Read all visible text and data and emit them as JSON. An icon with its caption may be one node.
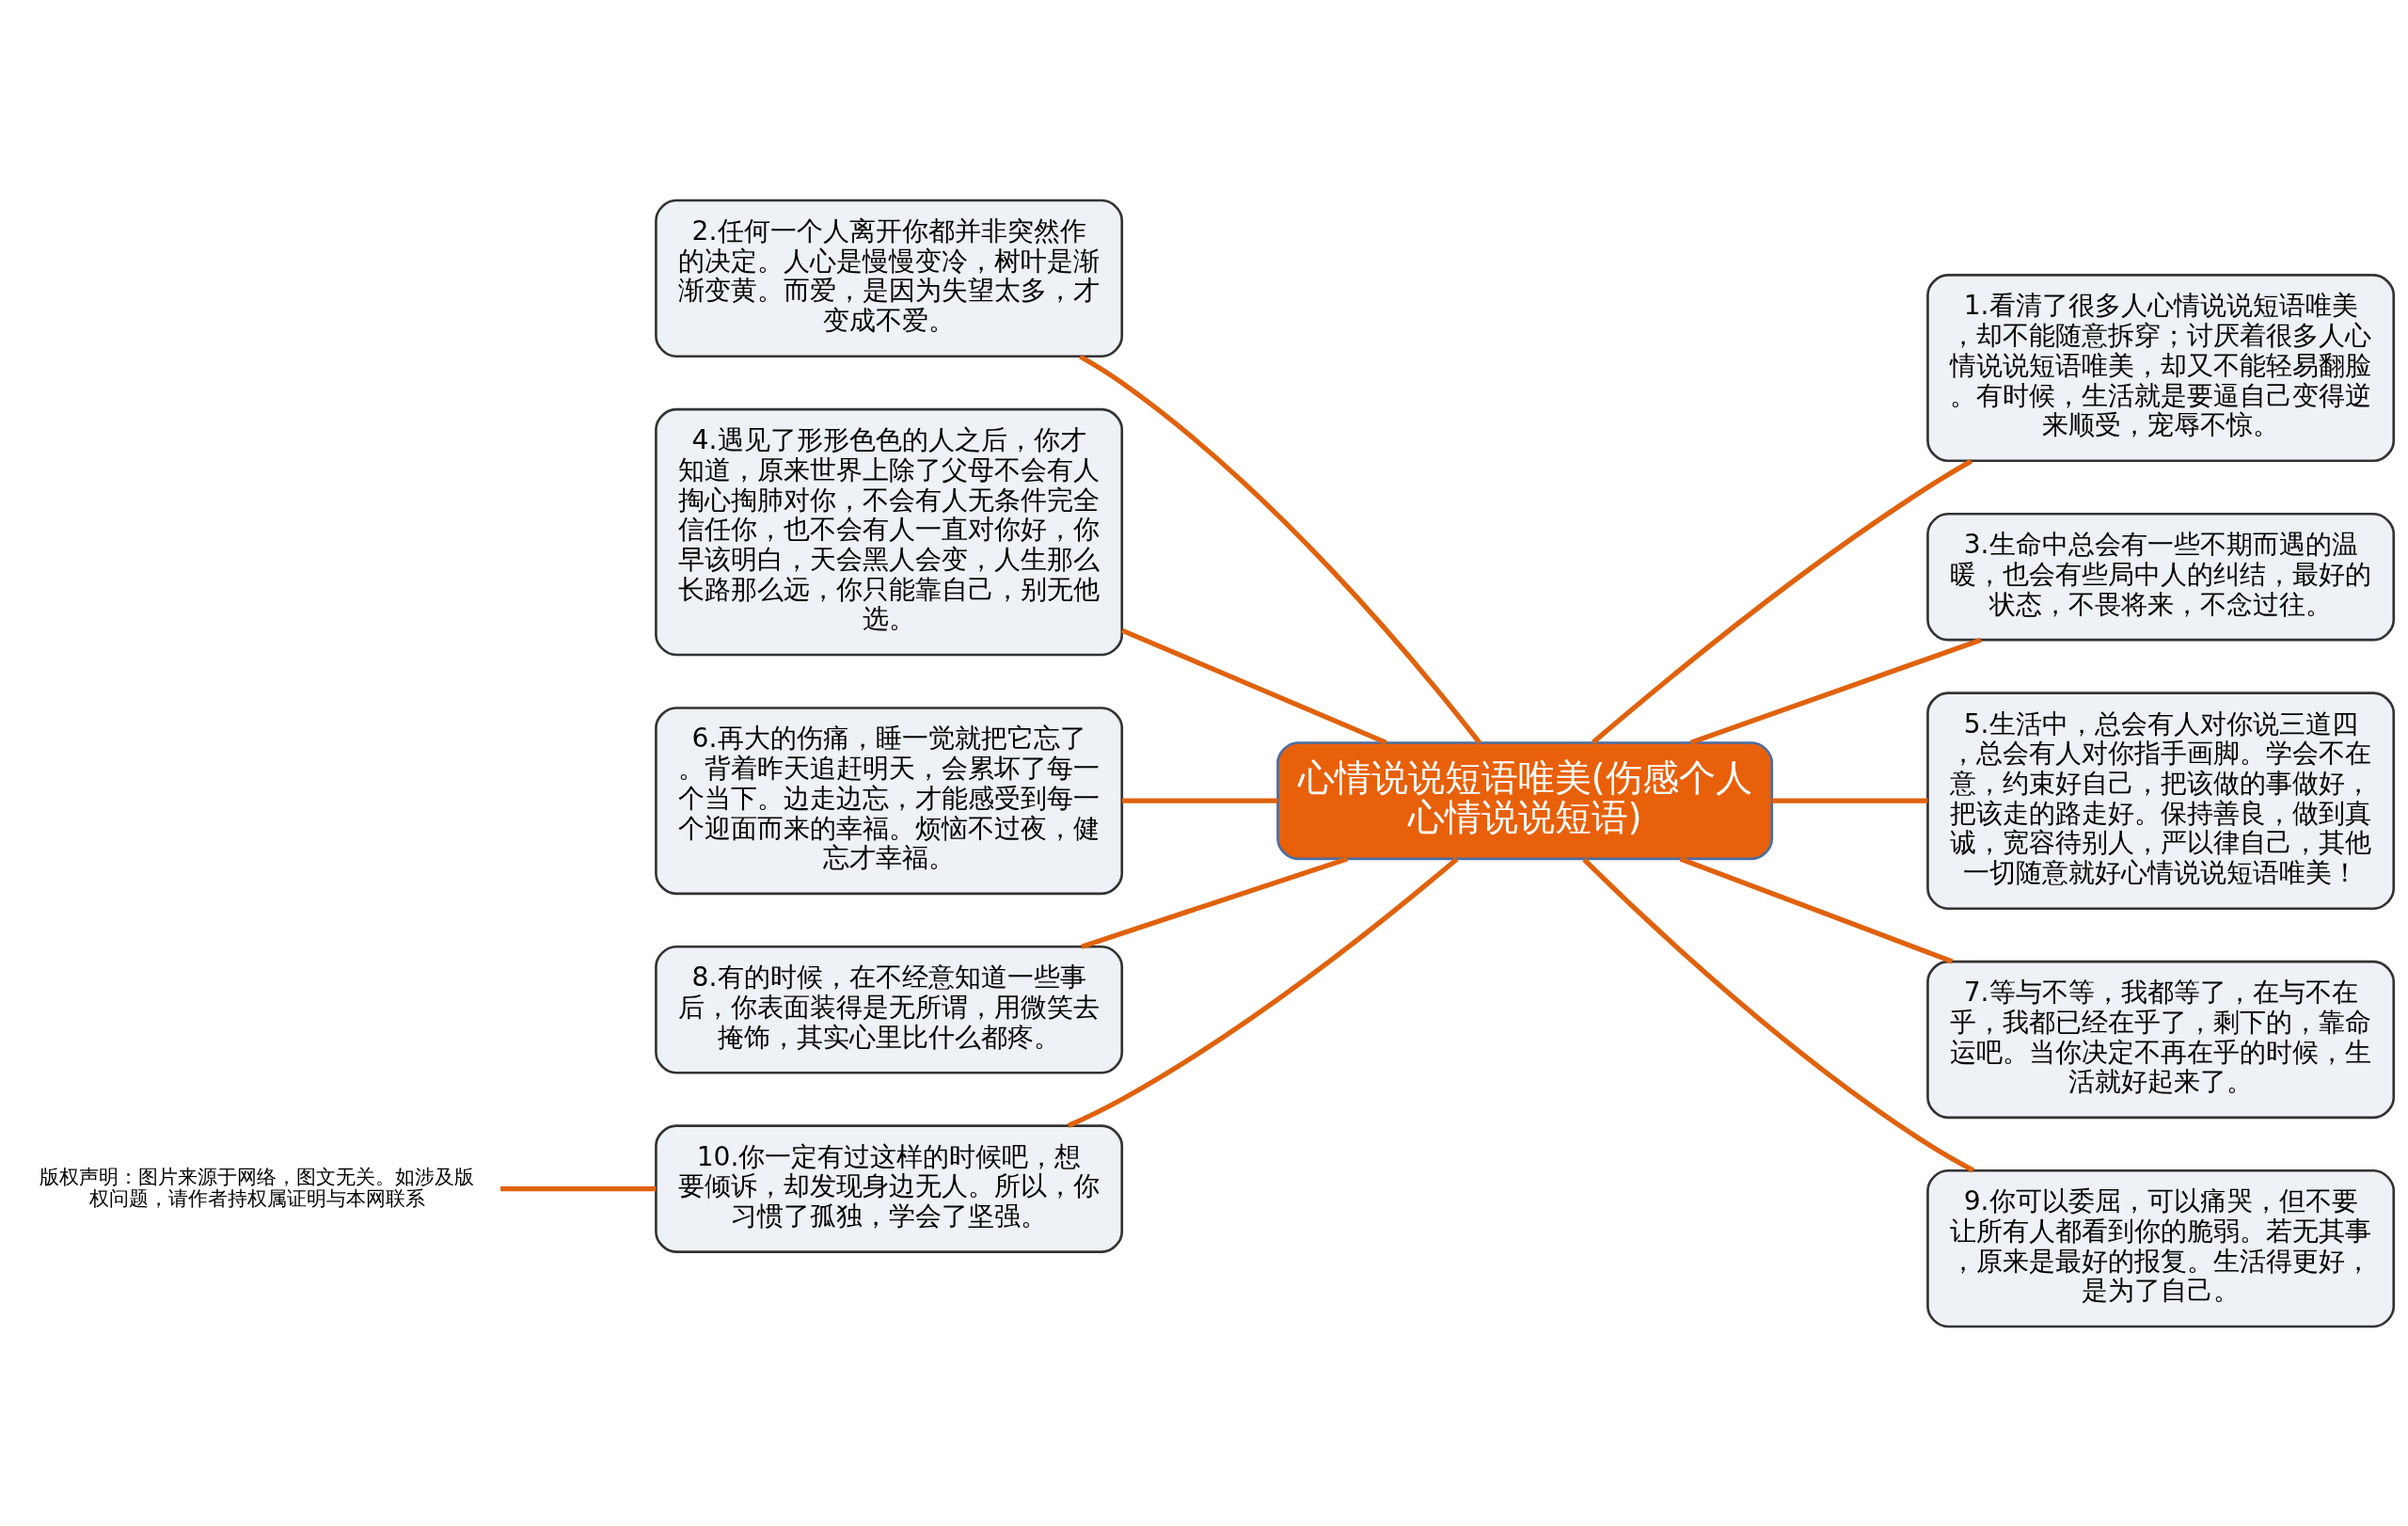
{
  "diagram": {
    "nodes": [
      {
        "text": [
          "心情说说短语唯美(伤感个人心情说说短语)"
        ]
      },
      {
        "text": [
          "1.看清了很多人心情说说短语唯美，却不能随意拆穿；讨厌着很多人心情说说短语唯美，却又不能轻易翻脸。有时候，生活就是要逼自己变得逆来顺受，宠辱不惊。"
        ]
      },
      {
        "text": [
          "2.任何一个人离开你都并非突然作的决定。人心是慢慢变冷，树叶是渐渐变黄。而爱，是因为失望太多，才变成不爱。"
        ]
      },
      {
        "text": [
          "3.生命中总会有一些不期而遇的温暖，也会有些局中人的纠结，最好的状态，不畏将来，不念过往。"
        ]
      },
      {
        "text": [
          "4.遇见了形形色色的人之后，你才知道，原来世界上除了父母不会有人掏心掏肺对你，不会有人无条件完全信任你，也不会有人一直对你好，你早该明白，天会黑人会变，人生那么长路那么远，你只能靠自己，别无他选。"
        ]
      },
      {
        "text": [
          "5.生活中，总会有人对你说三道四，总会有人对你指手画脚。学会不在意，约束好自己，把该做的事做好，把该走的路走好。保持善良，做到真诚，宽容待别人，严以律自己，其他一切随意就好心情说说短语唯美！"
        ]
      },
      {
        "text": [
          "6.再大的伤痛，睡一觉就把它忘了。背着昨天追赶明天，会累坏了每一个当下。边走边忘，才能感受到每一个迎面而来的幸福。烦恼不过夜，健忘才幸福。"
        ]
      },
      {
        "text": [
          "7.等与不等，我都等了，在与不在乎，我都已经在乎了，剩下的，靠命运吧。当你决定不再在乎的时候，生活就好起来了。"
        ]
      },
      {
        "text": [
          "8.有的时候，在不经意知道一些事后，你表面装得是无所谓，用微笑去掩饰，其实心里比什么都疼。"
        ]
      },
      {
        "text": [
          "9.你可以委屈，可以痛哭，但不要让所有人都看到你的脆弱。若无其事，原来是最好的报复。生活得更好，是为了自己。"
        ]
      },
      {
        "text": [
          "10.你一定有过这样的时候吧，想要倾诉，却发现身边无人。所以，你习惯了孤独，学会了坚强。"
        ]
      },
      {
        "text": [
          "版权声明：图片来源于网络，图文无关。如涉及版权问题，请作者持权属证明与本网联系"
        ]
      }
    ],
    "edges": [
      {
        "from": 0,
        "to": 1,
        "arrow": "none"
      },
      {
        "from": 0,
        "to": 2,
        "arrow": "none"
      },
      {
        "from": 0,
        "to": 3,
        "arrow": "none"
      },
      {
        "from": 0,
        "to": 4,
        "arrow": "none"
      },
      {
        "from": 0,
        "to": 5,
        "arrow": "none"
      },
      {
        "from": 0,
        "to": 6,
        "arrow": "none"
      },
      {
        "from": 0,
        "to": 7,
        "arrow": "none"
      },
      {
        "from": 0,
        "to": 8,
        "arrow": "none"
      },
      {
        "from": 0,
        "to": 9,
        "arrow": "none"
      },
      {
        "from": 0,
        "to": 10,
        "arrow": "none"
      },
      {
        "from": 11,
        "to": 10,
        "arrow": "none"
      }
    ]
  }
}
